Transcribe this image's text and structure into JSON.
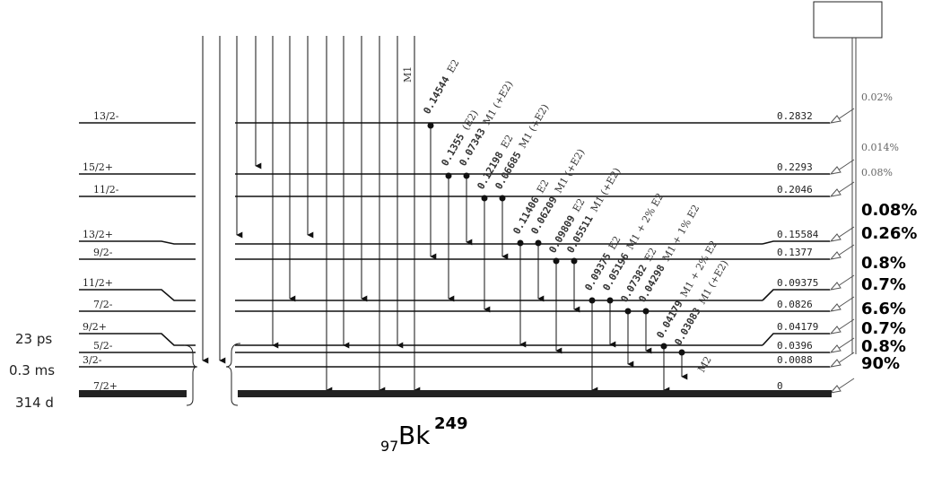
{
  "nucleus": {
    "Z": "97",
    "symbol": "Bk",
    "A": "249"
  },
  "levels": [
    {
      "spin": "13/2-",
      "energy": "0.2832"
    },
    {
      "spin": "15/2+",
      "energy": "0.2293"
    },
    {
      "spin": "11/2-",
      "energy": "0.2046"
    },
    {
      "spin": "13/2+",
      "energy": "0.15584"
    },
    {
      "spin": "9/2-",
      "energy": "0.1377"
    },
    {
      "spin": "11/2+",
      "energy": "0.09375"
    },
    {
      "spin": "7/2-",
      "energy": "0.0826"
    },
    {
      "spin": "9/2+",
      "energy": "0.04179"
    },
    {
      "spin": "5/2-",
      "energy": "0.0396"
    },
    {
      "spin": "3/2-",
      "energy": "0.0088"
    },
    {
      "spin": "7/2+",
      "energy": "0"
    }
  ],
  "lifetimes": [
    "23 ps",
    "0.3 ms",
    "314 d"
  ],
  "feeding": [
    "0.02%",
    "0.014%",
    "0.08%",
    "0.08%",
    "0.26%",
    "0.8%",
    "0.7%",
    "6.6%",
    "0.7%",
    "0.8%",
    "90%"
  ],
  "gammas": [
    {
      "energy": "0.14544",
      "mult": "E2"
    },
    {
      "energy": "0.1355",
      "mult": "(E2)"
    },
    {
      "energy": "0.07343",
      "mult": "M1 (+E2)"
    },
    {
      "energy": "0.12198",
      "mult": "E2"
    },
    {
      "energy": "0.06685",
      "mult": "M1 (+E2)"
    },
    {
      "energy": "0.11406",
      "mult": "E2"
    },
    {
      "energy": "0.06209",
      "mult": "M1 (+E2)"
    },
    {
      "energy": "0.09809",
      "mult": "E2"
    },
    {
      "energy": "0.05511",
      "mult": "M1 (+E2)"
    },
    {
      "energy": "0.09375",
      "mult": "E2"
    },
    {
      "energy": "0.05196",
      "mult": "M1 + 2% E2"
    },
    {
      "energy": "0.07382",
      "mult": "E2"
    },
    {
      "energy": "0.04298",
      "mult": "M1 + 1% E2"
    },
    {
      "energy": "0.04179",
      "mult": "M1 + 2% E2"
    },
    {
      "energy": "0.03083",
      "mult": "M1 (+E2)"
    }
  ],
  "column_labels": {
    "m1_top": "M1",
    "m2": "M2"
  }
}
